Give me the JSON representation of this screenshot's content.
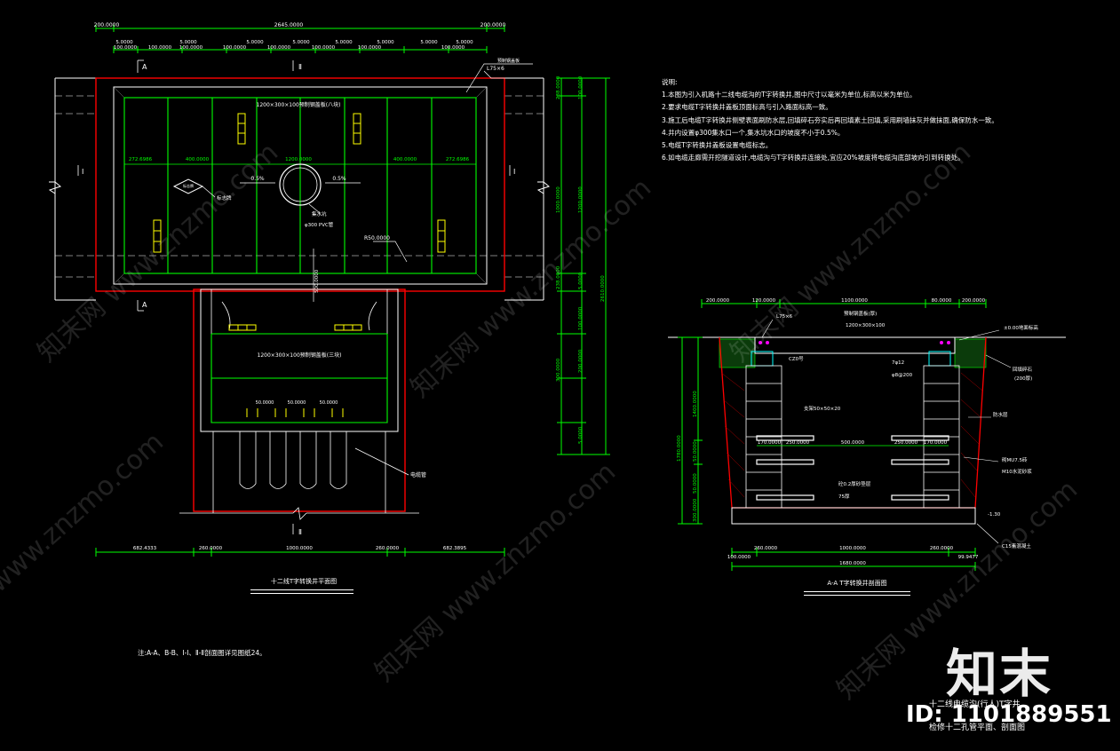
{
  "notes": {
    "heading": "说明:",
    "lines": [
      "1.本图为引入机路十二线电缆沟的T字转换井,图中尺寸以毫米为单位,标高以米为单位。",
      "2.要求电缆T字转换井盖板顶面标高与引入路面标高一致。",
      "3.施工后电缆T字转换井侧壁表面刷防水层,回填碎石夯实后再回填素土回填,采用刷墙抹灰并做抹面,确保防水一致。",
      "4.井内设置φ300集水口一个,集水坑水口的坡度不小于0.5%。",
      "5.电缆T字转换井盖板设置电缆标志。",
      "6.如电缆走廊需开挖隧道设计,电缆沟与T字转换井连接处,宜应20%坡度将电缆沟底部坡向引到转换处。"
    ]
  },
  "plan": {
    "title": "十二线T字转换井平面图",
    "top_total": "2645.0000",
    "top_left": "200.0000",
    "top_right": "200.0000",
    "top_segs": [
      "5.0000",
      "5.0000",
      "5.0000",
      "5.0000",
      "5.0000",
      "5.0000",
      "5.0000",
      "5.0000"
    ],
    "top_sub": [
      "100.0000",
      "100.0000",
      "100.0000",
      "100.0000",
      "100.0000",
      "100.0000",
      "100.0000",
      "100.0000"
    ],
    "label_angle": "L75×6",
    "label_cover": "预制钢盖板",
    "label_top_slab": "1200×300×100预制钢盖板(八块)",
    "label_bottom_slab": "1200×300×100预制钢盖板(三块)",
    "label_ring": "集水坑",
    "label_pipe": "φ300 PVC管",
    "label_mark": "标志牌",
    "label_slope_l": "0.5%",
    "label_slope_r": "0.5%",
    "label_r": "R50.0000",
    "label_500": "500.0000",
    "mid_dims": [
      "272.6986",
      "400.0000",
      "1200.0000",
      "400.0000",
      "272.6986"
    ],
    "cable_label": "电缆管",
    "cable_dims": [
      "50.0000",
      "50.0000",
      "50.0000"
    ],
    "bottom_dims": [
      "682.4333",
      "260.0000",
      "1000.0000",
      "260.0000",
      "682.3895"
    ],
    "sec_a": "A",
    "sec_b": "Ⅱ",
    "sec_i": "Ⅰ",
    "right_dims": [
      "238.0000",
      "100.0000",
      "1000.0000",
      "1200.0000",
      "238.0000",
      "5.0000",
      "100.0000",
      "200.0000",
      "300.0000",
      "5.0000",
      "2610.0000"
    ],
    "foot_note": "注:A-A、B-B、Ⅰ-Ⅰ、Ⅱ-Ⅱ剖面图详见图纸24。"
  },
  "section": {
    "title": "A-A T字转换井剖面图",
    "top_dims": [
      "200.0000",
      "120.0000",
      "1100.0000",
      "80.0000",
      "200.0000"
    ],
    "label_angle": "L75×6",
    "label_slab": "预制钢盖板(厚)",
    "label_slab2": "1200×300×100",
    "label_level": "±0.00地面标高",
    "label_fill": "回填碎石",
    "label_fill2": "(200厚)",
    "label_cz": "CZ0号",
    "label_bar": "7φ12",
    "label_bar2": "φ8@200",
    "label_bracket": "支架50×50×20",
    "label_waterproof": "防水层",
    "label_mortar": "砌MU7.5砖",
    "label_mortar2": "M10水泥砂浆",
    "label_pad": "砼0.2厚砂垫层",
    "label_c15": "C15素混凝土",
    "label_depth": "-1.30",
    "label_75": "75厚",
    "inner_dims": [
      "170.0000",
      "250.0000",
      "500.0000",
      "250.0000",
      "170.0000"
    ],
    "bottom_dims": [
      "100.0000",
      "260.0000",
      "1000.0000",
      "260.0000",
      "99.9477"
    ],
    "bottom_total": "1680.0000",
    "left_dims": [
      "1780.0000",
      "1400.0000",
      "50.0000",
      "50.0000",
      "300.0000"
    ]
  },
  "brand": {
    "logo": "知末",
    "id": "ID: 1101889551",
    "stamp_line1": "十二线电缆沟(行人)T字井",
    "stamp_line2": "检修十二孔管平面、剖面图"
  },
  "colors": {
    "green": "#00ff00",
    "red": "#ff0000",
    "white": "#ffffff",
    "yellow": "#ffff00",
    "cyan": "#00ffff",
    "magenta": "#ff00ff"
  }
}
